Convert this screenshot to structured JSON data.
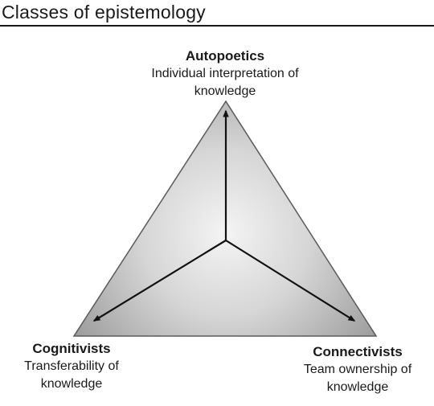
{
  "title": "Classes of epistemology",
  "nodes": {
    "top": {
      "title": "Autopoetics",
      "desc_line1": "Individual interpretation of",
      "desc_line2": "knowledge"
    },
    "left": {
      "title": "Cognitivists",
      "desc_line1": "Transferability of",
      "desc_line2": "knowledge"
    },
    "right": {
      "title": "Connectivists",
      "desc_line1": "Team ownership of",
      "desc_line2": "knowledge"
    }
  },
  "colors": {
    "triangle_edge": "#5a5a5a",
    "triangle_fill_light": "#f4f4f4",
    "triangle_fill_dark": "#9a9a9a",
    "arrow": "#111111",
    "text": "#1a1a1a"
  }
}
